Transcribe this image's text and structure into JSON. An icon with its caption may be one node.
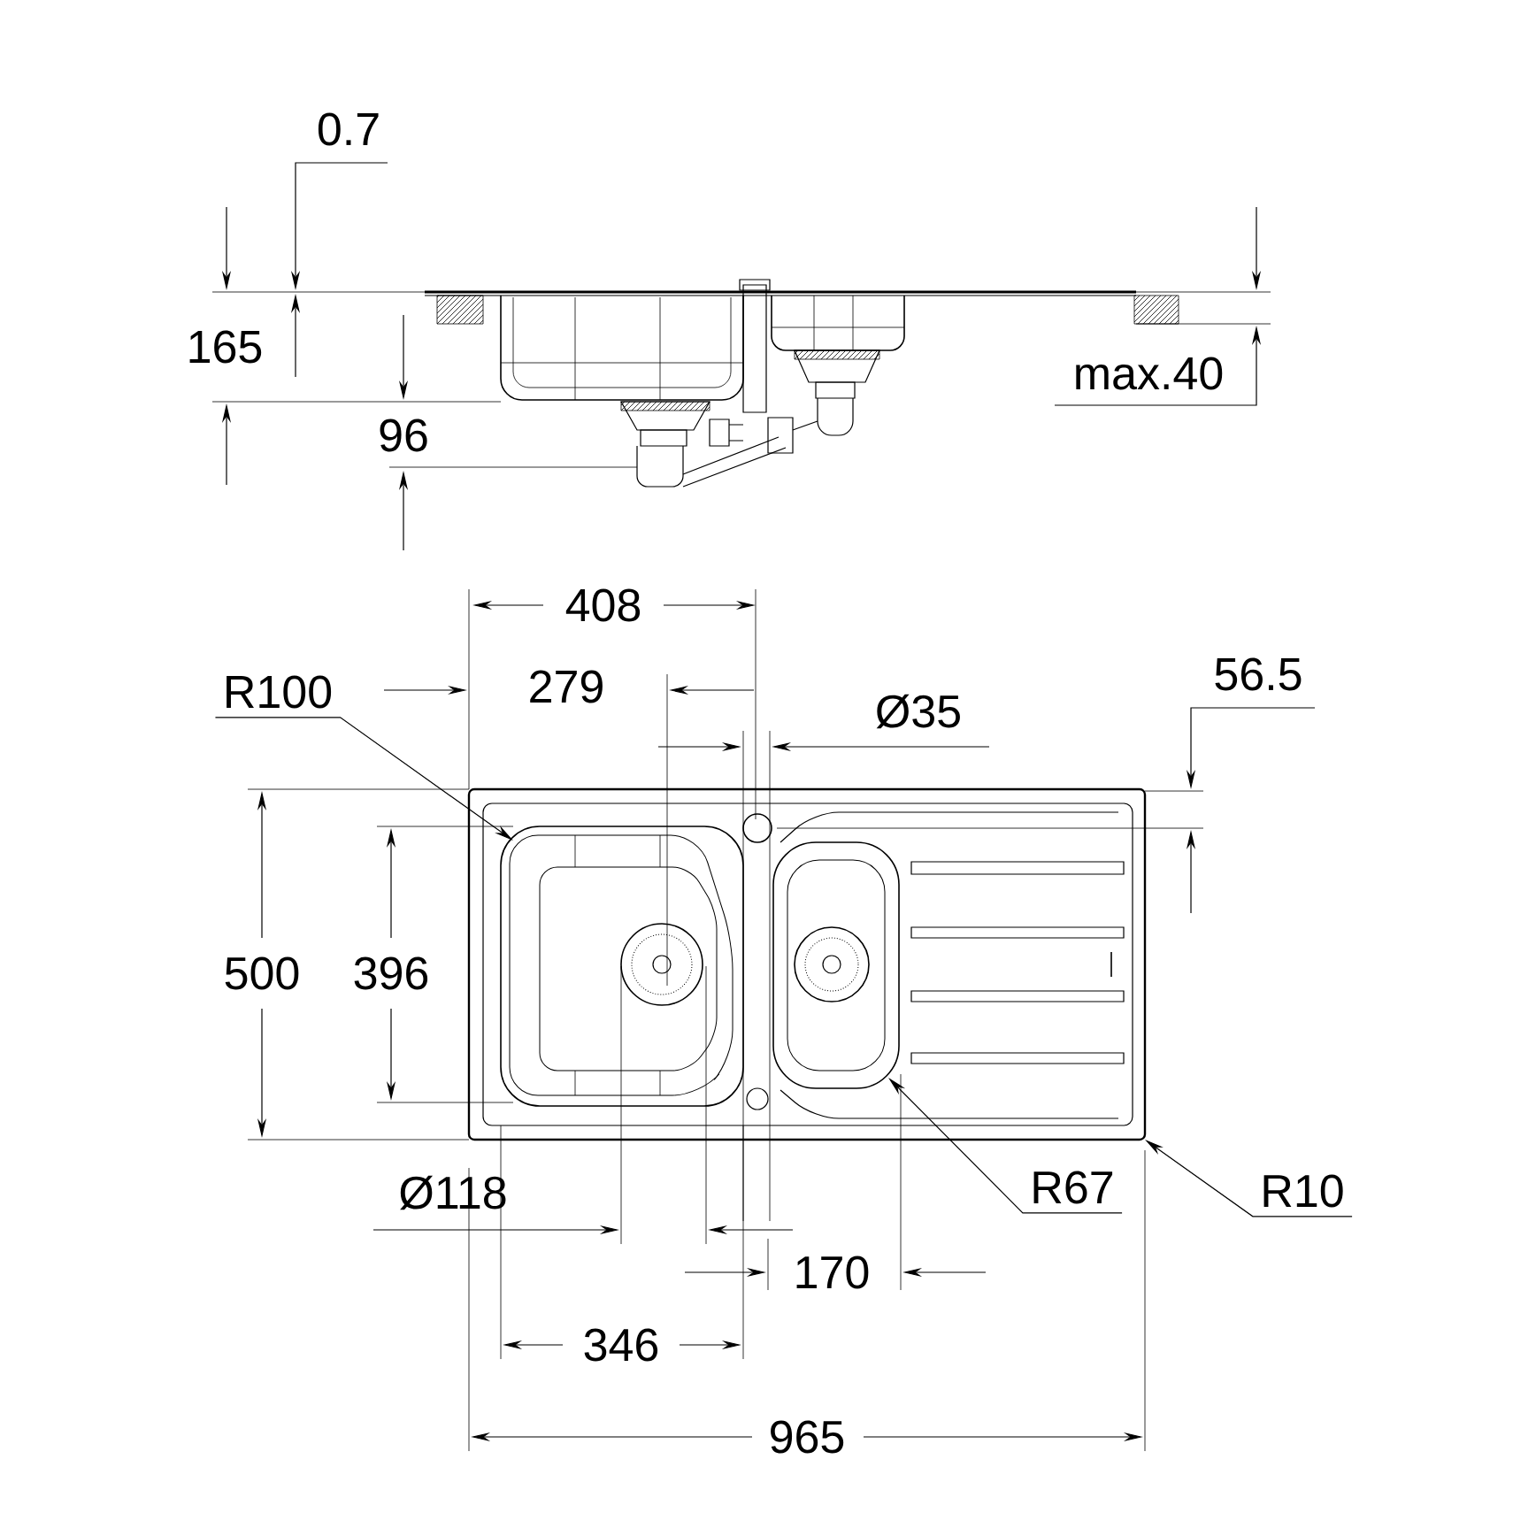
{
  "diagram": {
    "nodes": [
      {
        "text": [
          "R100"
        ]
      },
      {
        "text": [],
        "shape": "box"
      },
      {
        "text": [],
        "shape": "box",
        "in": 1
      },
      {
        "text": [],
        "shape": "box",
        "in": 1
      },
      {
        "text": [
          "R67"
        ]
      },
      {
        "text": [
          "R10"
        ]
      }
    ],
    "edges": [
      {
        "from": 0,
        "to": 2,
        "arrow": "to"
      },
      {
        "from": 4,
        "to": 3,
        "arrow": "to"
      },
      {
        "from": 5,
        "to": 1,
        "arrow": "to"
      }
    ],
    "labels": [
      "0.7",
      "165",
      "max.40",
      "96",
      "408",
      "279",
      "Ø35",
      "56.5",
      "500",
      "396",
      "Ø118",
      "170",
      "346",
      "965"
    ]
  }
}
